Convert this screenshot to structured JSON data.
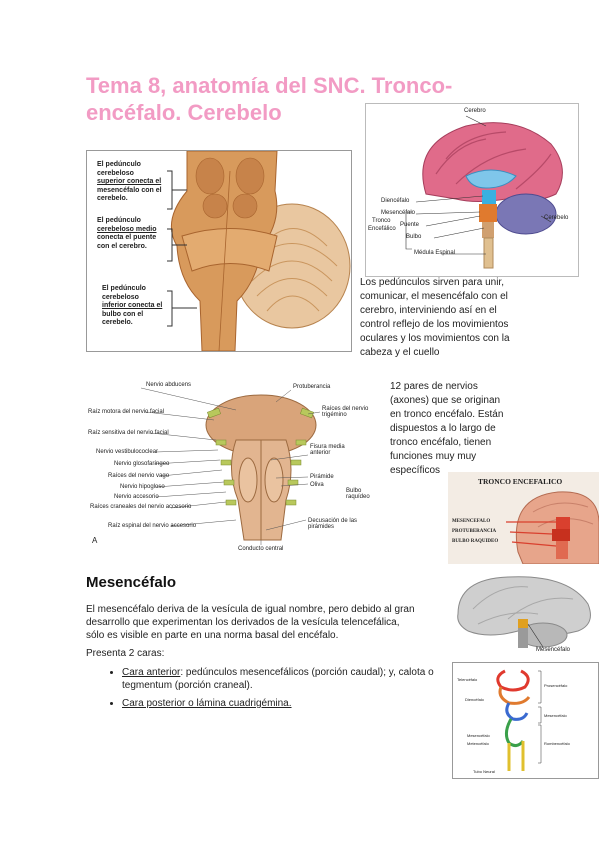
{
  "page": {
    "title": "Tema 8, anatomía del SNC. Tronco-encéfalo. Cerebelo"
  },
  "fig_brainstem": {
    "label_superior": [
      "El pedúnculo",
      "cerebeloso",
      "superior conecta el",
      "mesencéfalo con el",
      "cerebelo."
    ],
    "label_medio": [
      "El pedúnculo",
      "cerebeloso medio",
      "conecta el puente",
      "con el cerebro."
    ],
    "label_inferior": [
      "El pedúnculo",
      "cerebeloso",
      "inferior conecta el",
      "bulbo con el",
      "cerebelo."
    ]
  },
  "fig_sagittal": {
    "labels": {
      "cerebro": "Cerebro",
      "diencefalo": "Diencéfalo",
      "mesencefalo": "Mesencéfalo",
      "puente": "Puente",
      "bulbo": "Bulbo",
      "medula": "Médula Espinal",
      "cerebelo": "Cerebelo",
      "tronco1": "Tronco",
      "tronco2": "Encefálico"
    }
  },
  "text_peduncles": "Los pedúnculos sirven para unir, comunicar, el mesencéfalo con el cerebro, interviniendo así en el control reflejo de los movimientos oculares y los movimientos con la cabeza y el cuello",
  "fig_nerves": {
    "left_labels": [
      "Nervio abducens",
      "Raíz motora del nervio facial",
      "Raíz sensitiva del nervio facial",
      "Nervio vestibulococlear",
      "Nervio glosofaríngeo",
      "Raíces del nervio vago",
      "Nervio hipogloso",
      "Nervio accesorio",
      "Raíces craneales del nervio accesorio",
      "Raíz espinal del nervio accesorio"
    ],
    "right_labels": [
      "Protuberancia",
      "Raíces del nervio trigémino",
      "Fisura media anterior",
      "Pirámide",
      "Oliva",
      "Bulbo raquídeo",
      "Decusación de las pirámides"
    ],
    "bottom_label": "Conducto central",
    "corner_letter": "A"
  },
  "text_nerves": "12 pares de nervios (axones) que se originan en tronco encéfalo. Están dispuestos a lo largo de tronco encéfalo, tienen funciones muy muy específicos",
  "fig_tronco": {
    "title": "TRONCO ENCEFALICO",
    "labels": [
      "MESENCEFALO",
      "PROTUBERANCIA",
      "BULBO RAQUIDEO"
    ]
  },
  "fig_meso": {
    "label": "Mesencéfalo"
  },
  "fig_vesicles": {
    "left_labels": [
      "Telencéfalo",
      "Diencéfalo",
      "Mesencéfalo",
      "Metencéfalo",
      "Tubo Neural"
    ],
    "right_labels": [
      "Prosencéfalo",
      "Mesencéfalo",
      "Rombencéfalo"
    ]
  },
  "section": {
    "heading": "Mesencéfalo",
    "paragraph": "El mesencéfalo deriva de la vesícula de igual nombre, pero debido al gran desarrollo que experimentan los derivados de la vesícula telencefálica, sólo es visible en parte en una norma basal del encéfalo.",
    "faces_intro": "Presenta 2 caras:",
    "bullet1_term": "Cara anterior",
    "bullet1_rest": ": pedúnculos mesencefálicos (porción caudal); y, calota o tegmentum (porción craneal).",
    "bullet2_term": "Cara posterior o lámina cuadrigémina."
  },
  "colors": {
    "title": "#f29bc4",
    "tissue": "#d89a5c",
    "tissue_dark": "#a8642e",
    "cerebrum": "#e06b8a",
    "cerebellum": "#7a77b5",
    "midbrain": "#3ab0e0"
  }
}
